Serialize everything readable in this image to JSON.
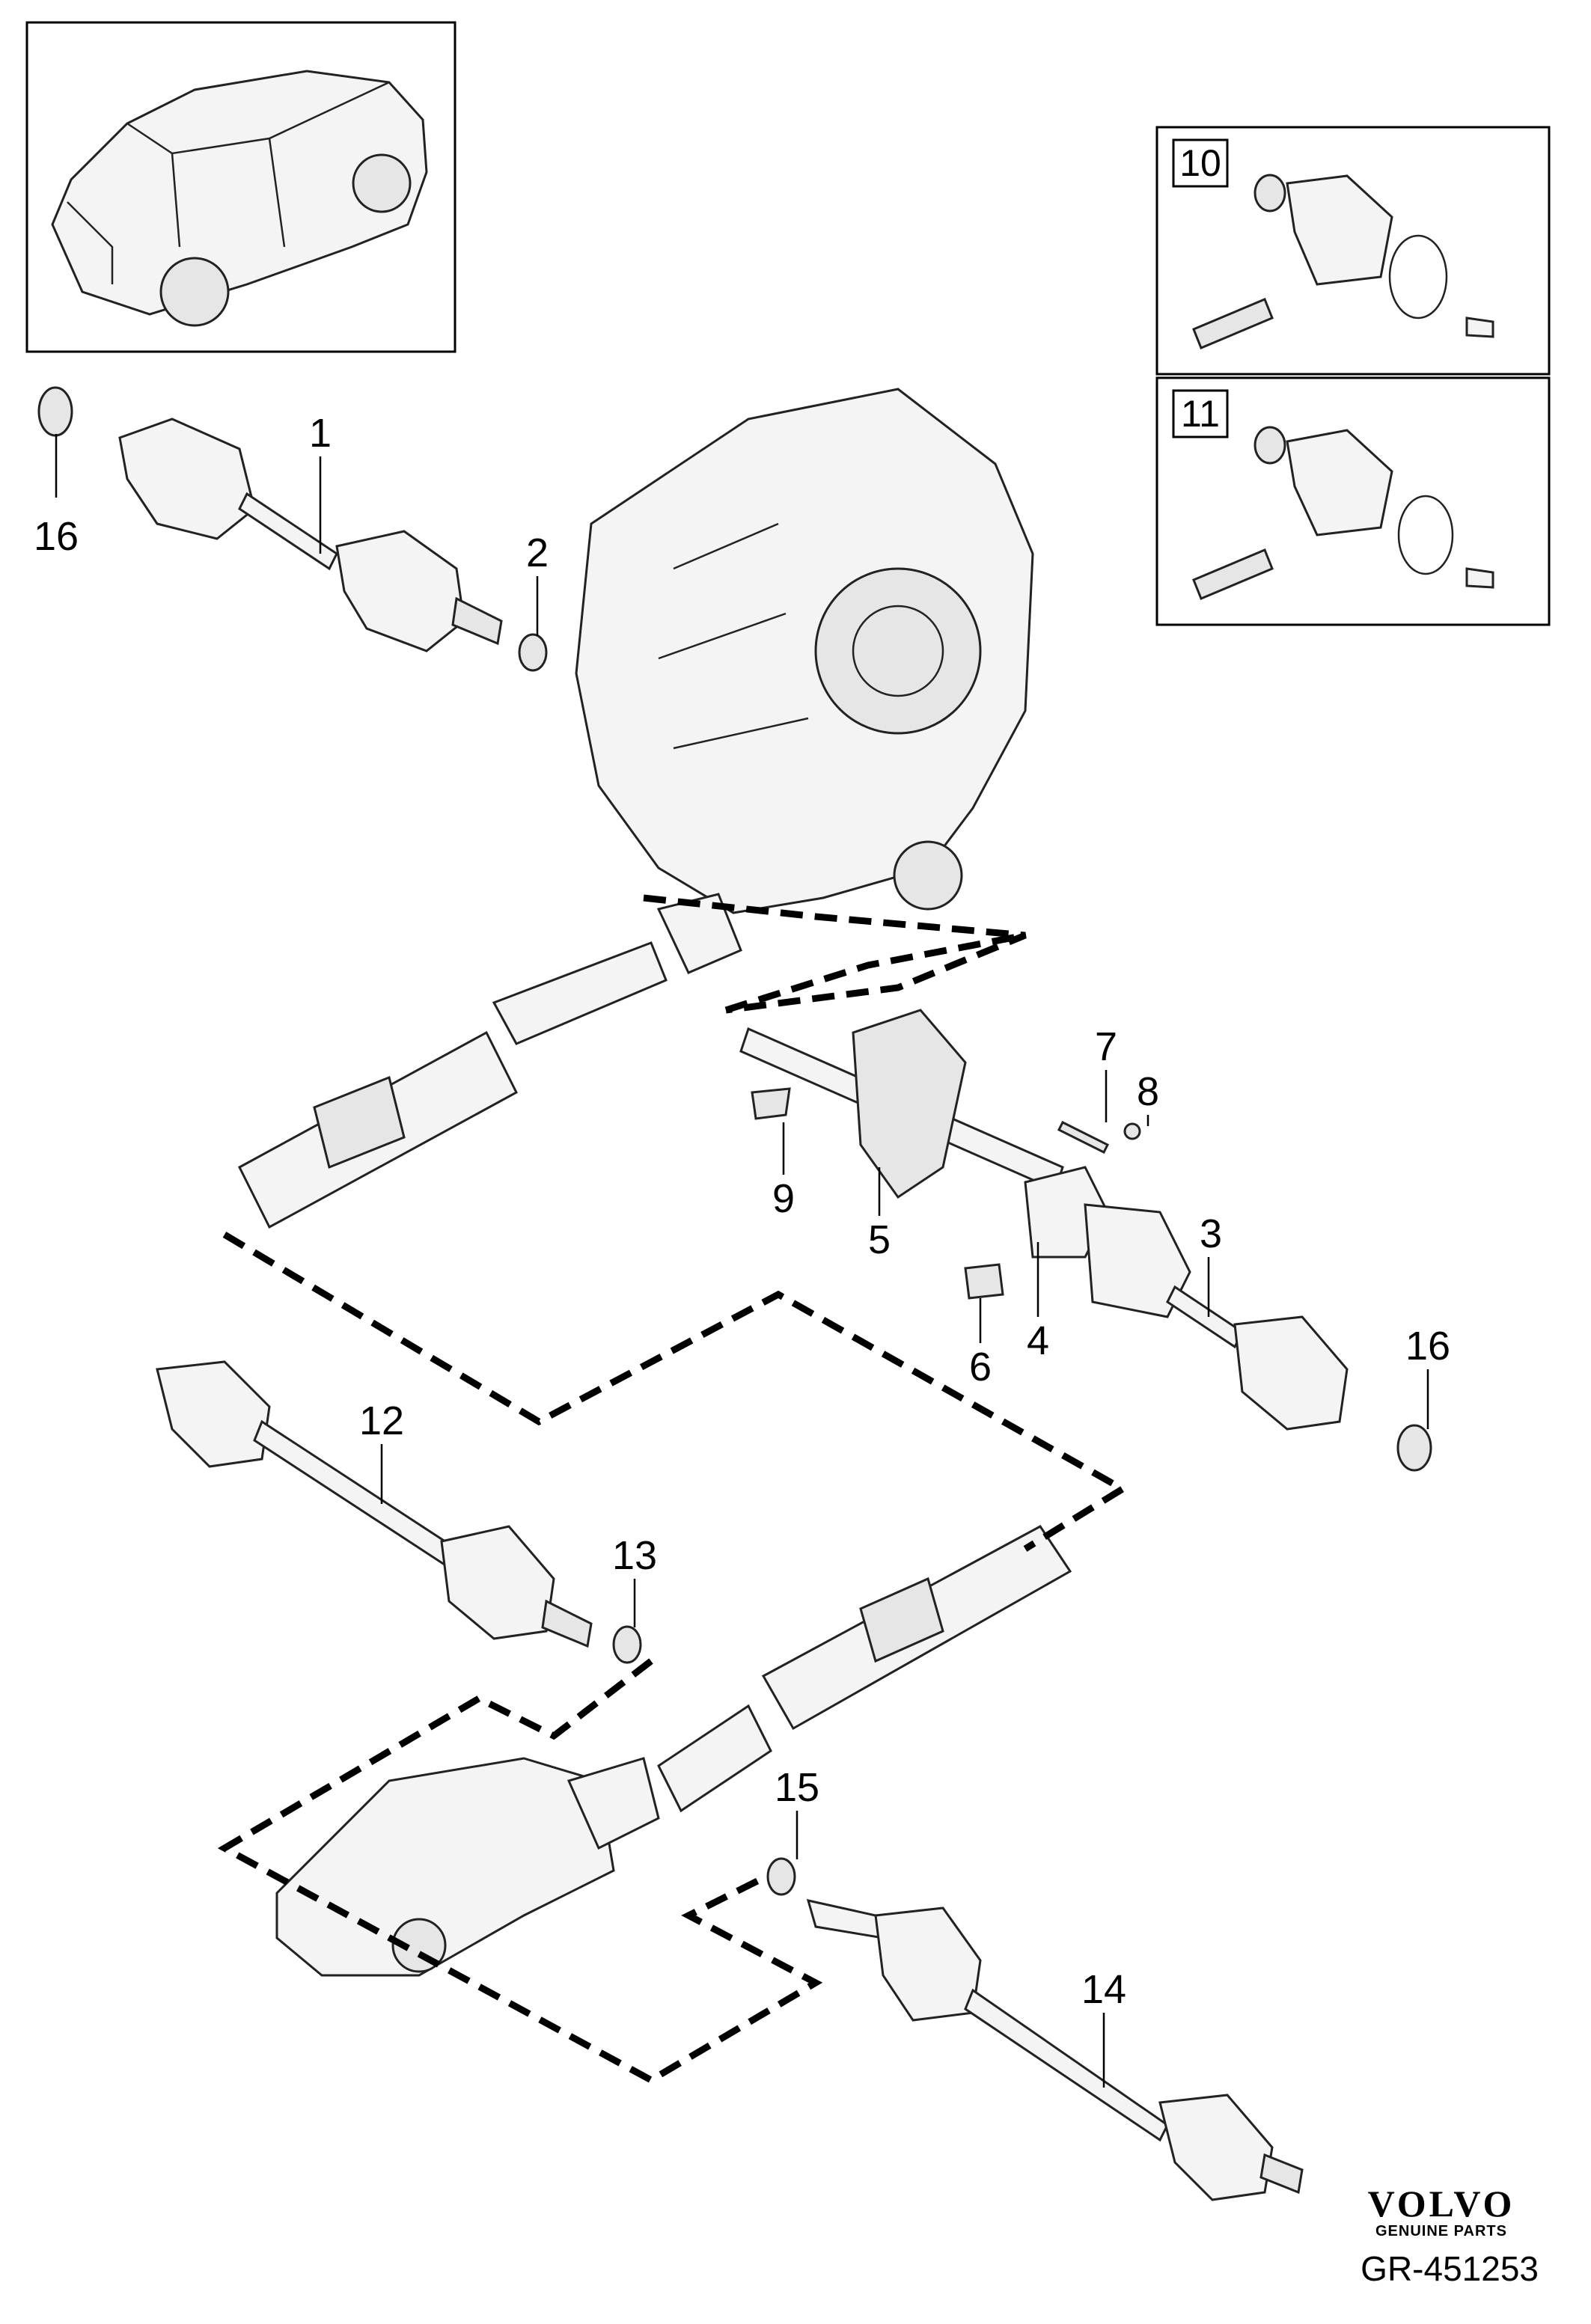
{
  "callouts": {
    "c1": "1",
    "c2": "2",
    "c3": "3",
    "c4": "4",
    "c5": "5",
    "c6": "6",
    "c7": "7",
    "c8": "8",
    "c9": "9",
    "c12": "12",
    "c13": "13",
    "c14": "14",
    "c15": "15",
    "c16a": "16",
    "c16b": "16"
  },
  "kit_boxes": [
    {
      "label": "10"
    },
    {
      "label": "11"
    }
  ],
  "brand": {
    "logo": "VOLVO",
    "tagline": "GENUINE PARTS"
  },
  "reference": "GR-451253"
}
